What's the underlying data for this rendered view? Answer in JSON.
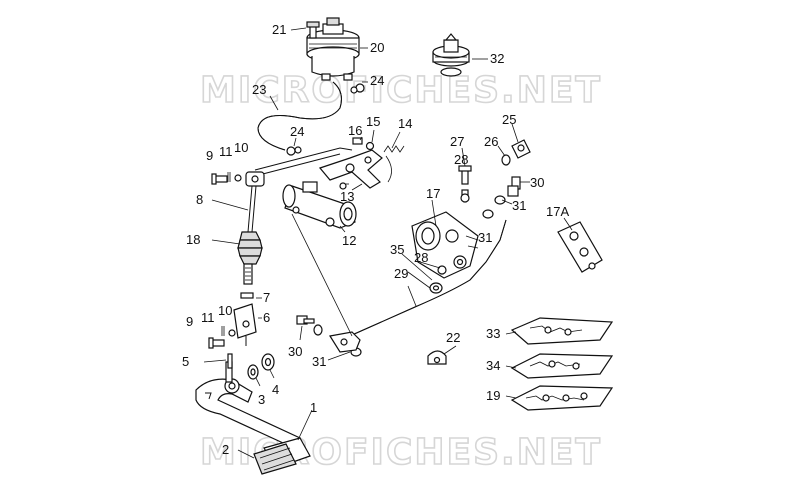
{
  "watermark": {
    "top": "MICROFICHES.NET",
    "bottom": "MICROFICHES.NET"
  },
  "callouts": {
    "n1": "1",
    "n2": "2",
    "n3": "3",
    "n4": "4",
    "n5": "5",
    "n6": "6",
    "n7": "7",
    "n8": "8",
    "n9a": "9",
    "n9b": "9",
    "n10a": "10",
    "n10b": "10",
    "n11a": "11",
    "n11b": "11",
    "n12": "12",
    "n13": "13",
    "n14": "14",
    "n15": "15",
    "n16": "16",
    "n17": "17",
    "n17a": "17A",
    "n18": "18",
    "n19": "19",
    "n20": "20",
    "n21": "21",
    "n22": "22",
    "n23": "23",
    "n24a": "24",
    "n24b": "24",
    "n25": "25",
    "n26": "26",
    "n27": "27",
    "n28a": "28",
    "n28b": "28",
    "n29": "29",
    "n30a": "30",
    "n30b": "30",
    "n31a": "31",
    "n31b": "31",
    "n31c": "31",
    "n32": "32",
    "n33": "33",
    "n34": "34",
    "n35": "35"
  }
}
